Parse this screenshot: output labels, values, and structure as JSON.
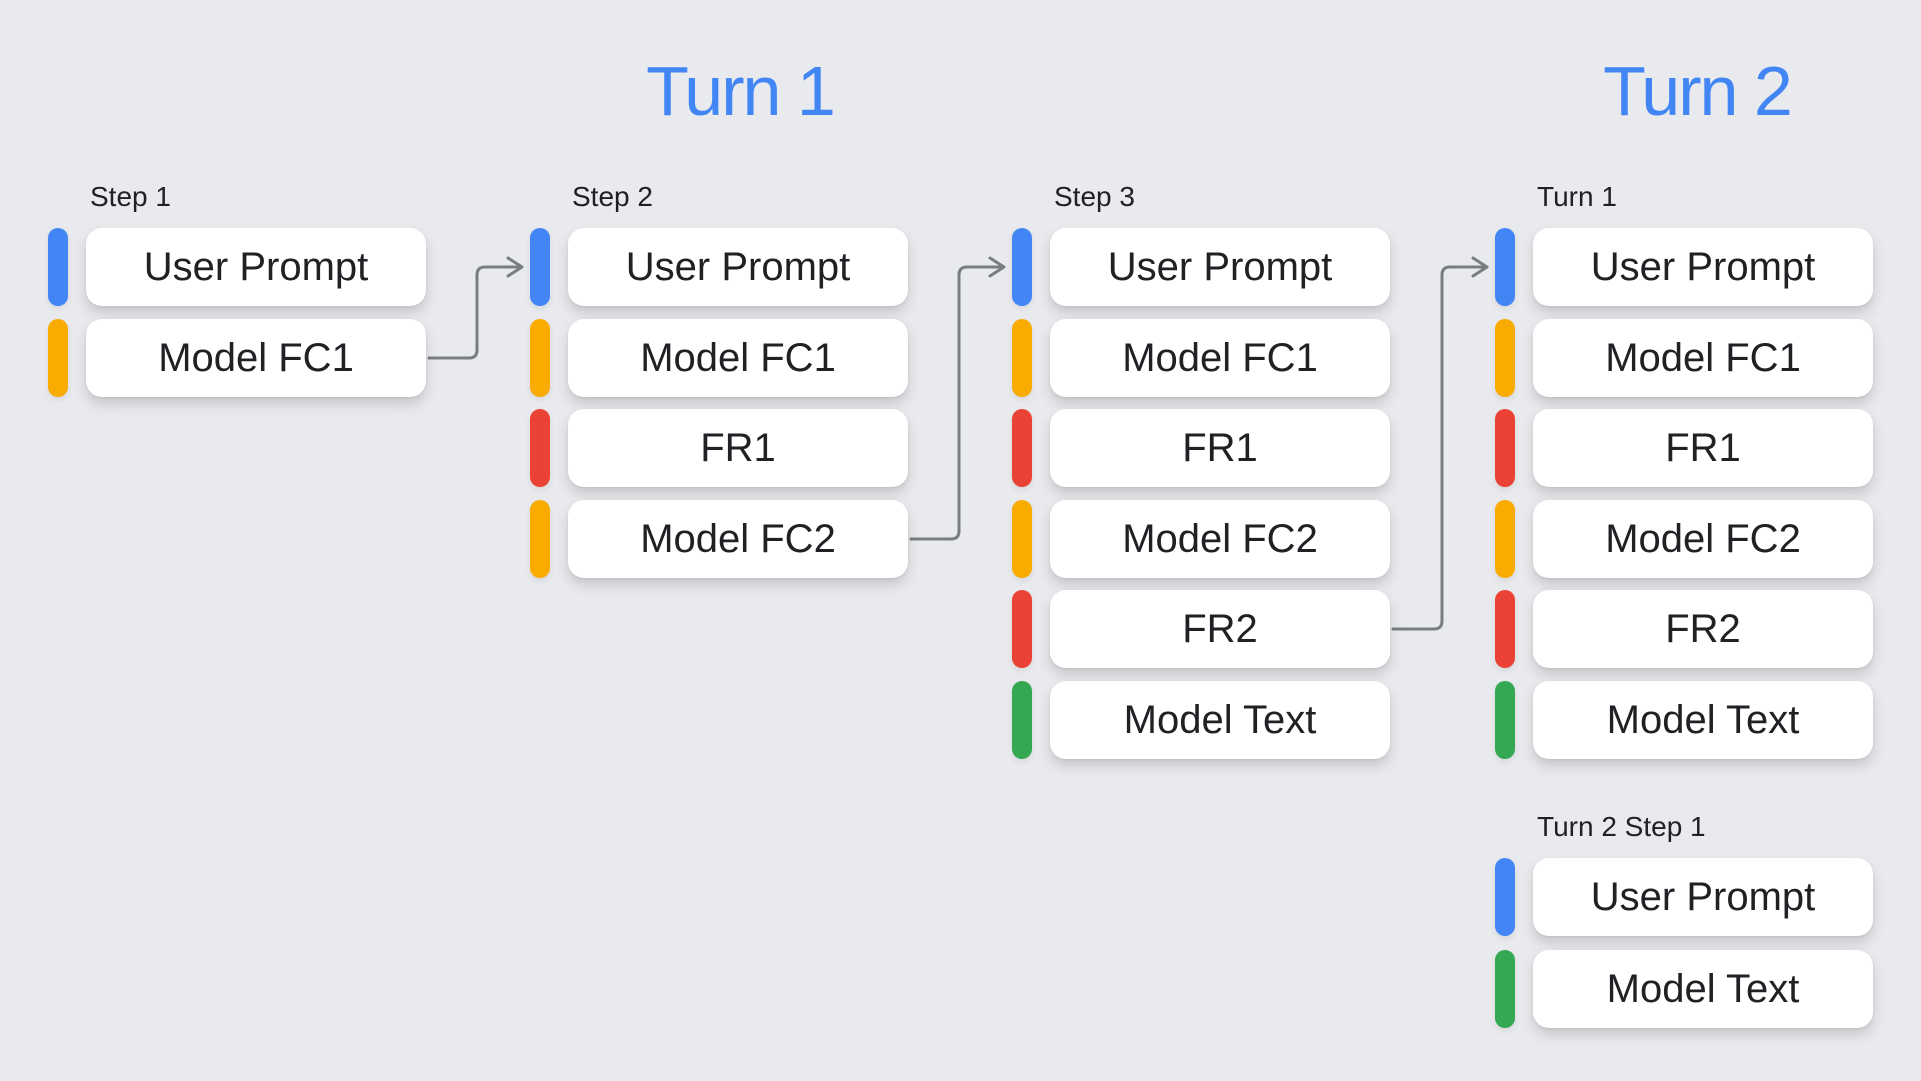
{
  "titles": {
    "turn1": "Turn 1",
    "turn2": "Turn 2"
  },
  "colors": {
    "background": "#e9eaed",
    "title_blue": "#4285f4",
    "arrow_gray": "#797d82",
    "card_background": "#ffffff",
    "text": "#202124"
  },
  "palette": {
    "blue": "#4285f4",
    "yellow": "#f9ab00",
    "red": "#ea4335",
    "green": "#34a853"
  },
  "legend_meaning": {
    "blue": "user-prompt-bar",
    "yellow": "model-function-call-bar",
    "red": "function-response-bar",
    "green": "model-text-bar"
  },
  "columns": [
    {
      "label": "Step 1",
      "items": [
        {
          "text": "User Prompt",
          "type": "blue"
        },
        {
          "text": "Model FC1",
          "type": "yellow"
        }
      ]
    },
    {
      "label": "Step 2",
      "items": [
        {
          "text": "User Prompt",
          "type": "blue"
        },
        {
          "text": "Model FC1",
          "type": "yellow"
        },
        {
          "text": "FR1",
          "type": "red"
        },
        {
          "text": "Model FC2",
          "type": "yellow"
        }
      ]
    },
    {
      "label": "Step 3",
      "items": [
        {
          "text": "User Prompt",
          "type": "blue"
        },
        {
          "text": "Model FC1",
          "type": "yellow"
        },
        {
          "text": "FR1",
          "type": "red"
        },
        {
          "text": "Model FC2",
          "type": "yellow"
        },
        {
          "text": "FR2",
          "type": "red"
        },
        {
          "text": "Model Text",
          "type": "green"
        }
      ]
    },
    {
      "label": "Turn 1",
      "items": [
        {
          "text": "User Prompt",
          "type": "blue"
        },
        {
          "text": "Model FC1",
          "type": "yellow"
        },
        {
          "text": "FR1",
          "type": "red"
        },
        {
          "text": "Model FC2",
          "type": "yellow"
        },
        {
          "text": "FR2",
          "type": "red"
        },
        {
          "text": "Model Text",
          "type": "green"
        }
      ]
    },
    {
      "label": "Turn 2 Step 1",
      "items": [
        {
          "text": "User Prompt",
          "type": "blue"
        },
        {
          "text": "Model Text",
          "type": "green"
        }
      ]
    }
  ],
  "arrows": [
    {
      "from": {
        "column": 0,
        "item": 1
      },
      "to": {
        "column": 1,
        "item": 0
      }
    },
    {
      "from": {
        "column": 1,
        "item": 3
      },
      "to": {
        "column": 2,
        "item": 0
      }
    },
    {
      "from": {
        "column": 2,
        "item": 4
      },
      "to": {
        "column": 3,
        "item": 0
      }
    }
  ]
}
